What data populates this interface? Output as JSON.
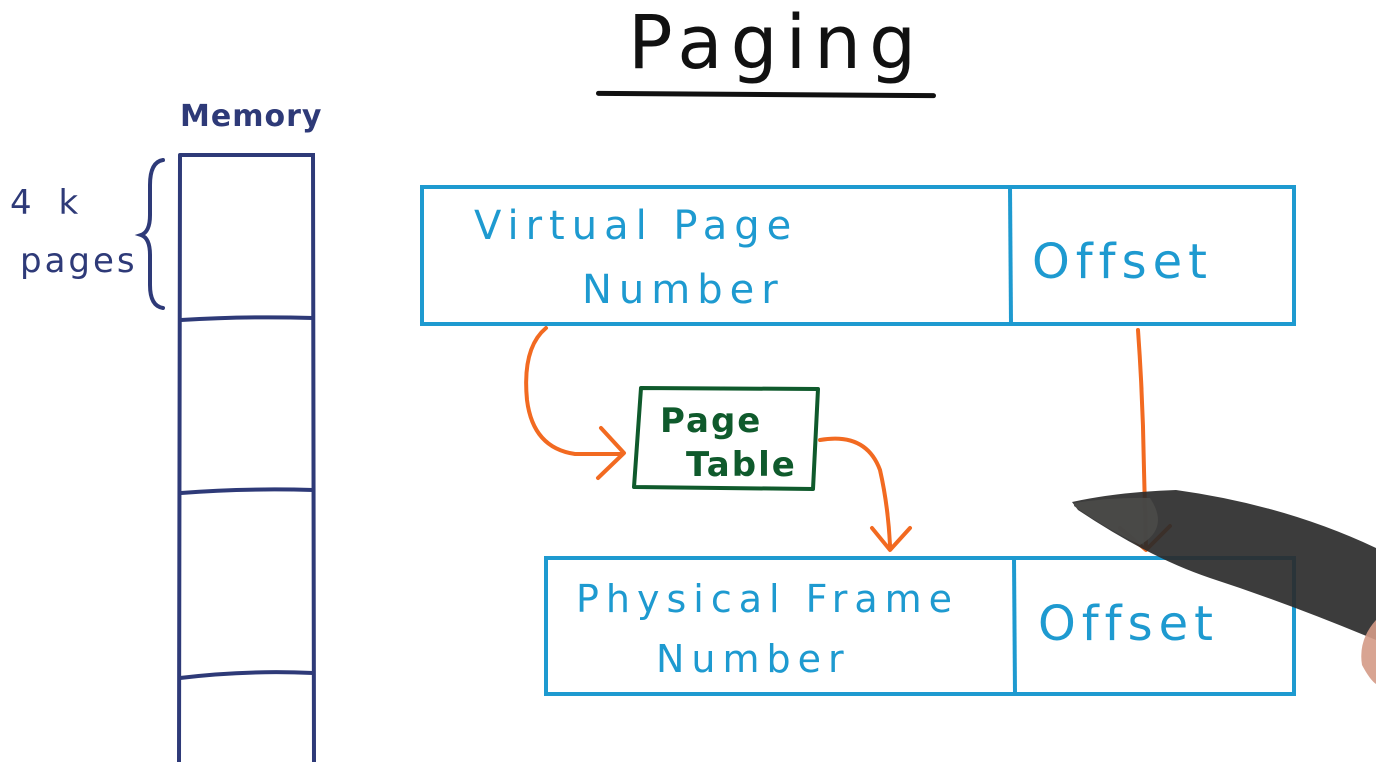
{
  "title": "Paging",
  "memory": {
    "label": "Memory",
    "page_size": "4 k",
    "page_word": "pages"
  },
  "virtual_address": {
    "page_number_line1": "Virtual Page",
    "page_number_line2": "Number",
    "offset": "Offset"
  },
  "page_table": {
    "line1": "Page",
    "line2": "Table"
  },
  "physical_address": {
    "frame_number_line1": "Physical Frame",
    "frame_number_line2": "Number",
    "offset": "Offset"
  },
  "colors": {
    "title": "#111111",
    "memory_ink": "#2e3a78",
    "address_boxes": "#1e9ad0",
    "page_table": "#0f5a2c",
    "arrows": "#f26a21",
    "pen": "#2b2b2b"
  },
  "icons": {
    "pen": "stylus-pen-icon"
  }
}
